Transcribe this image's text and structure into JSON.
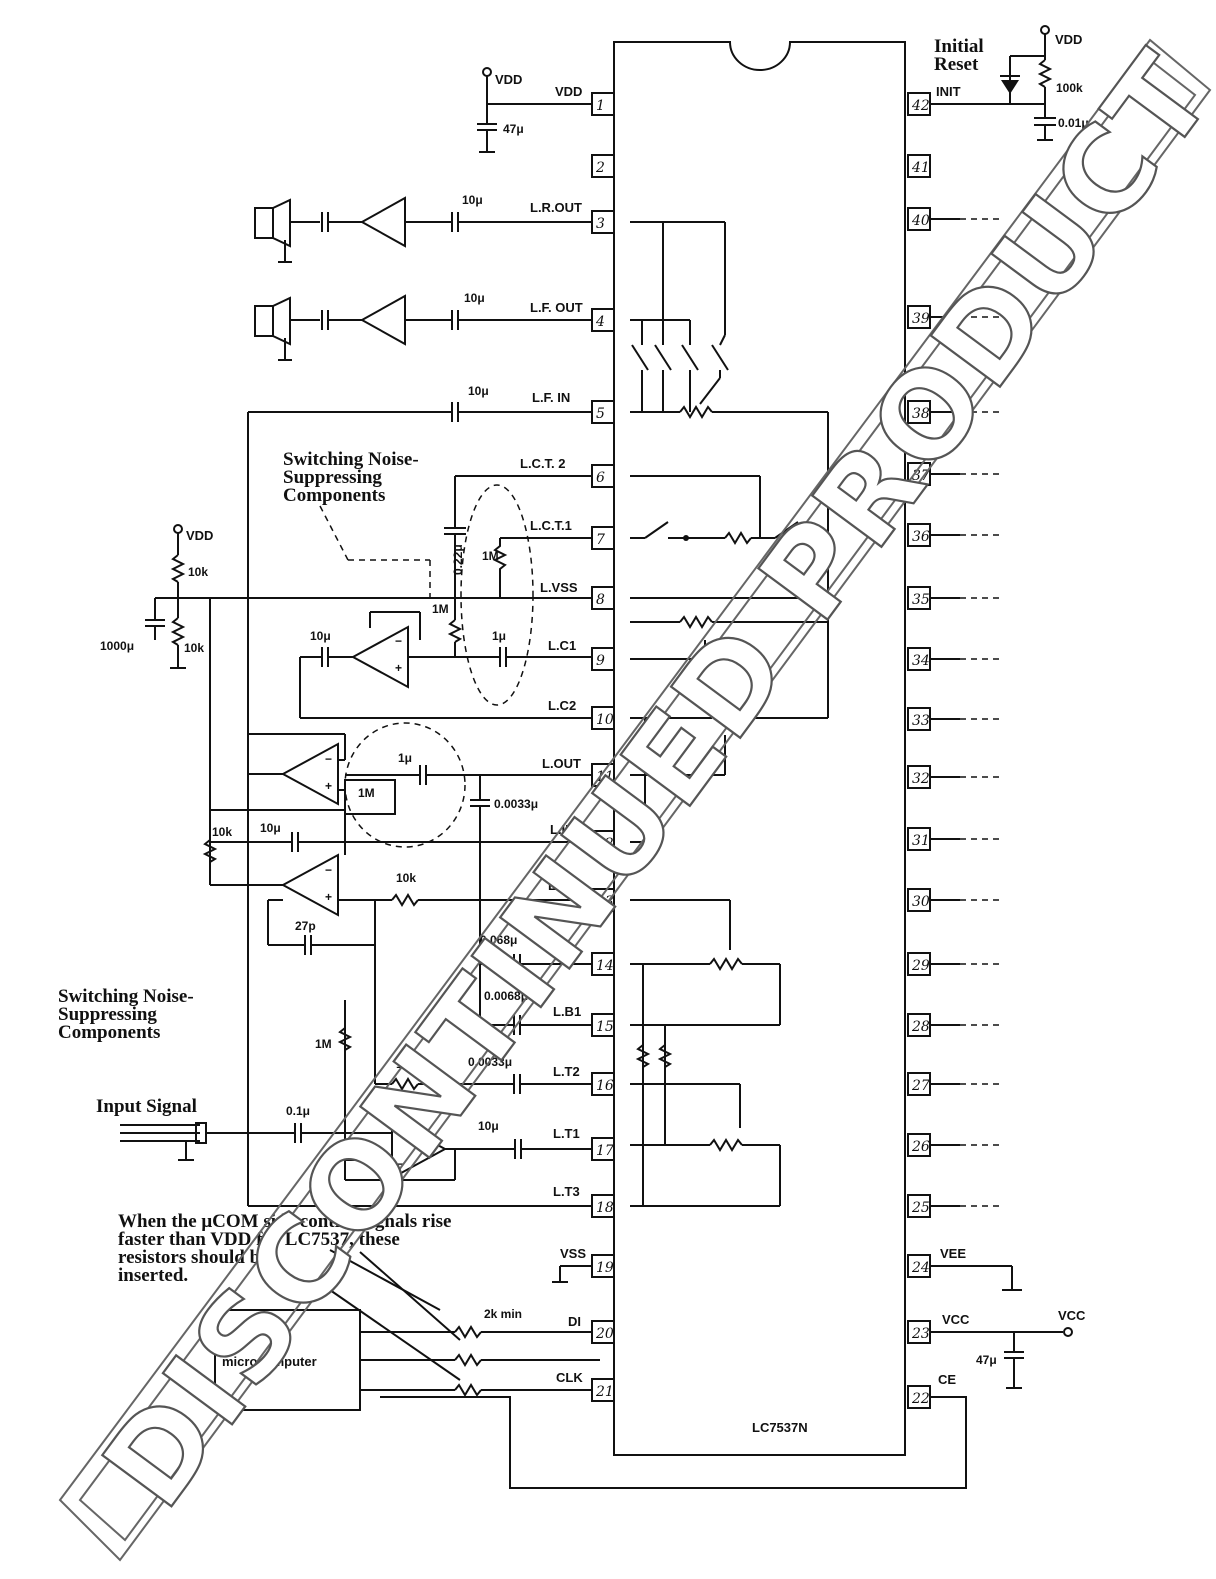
{
  "chip": {
    "part": "LC7537N",
    "left_pins": [
      {
        "num": "1",
        "sig": "VDD"
      },
      {
        "num": "2",
        "sig": ""
      },
      {
        "num": "3",
        "sig": "L.R.OUT"
      },
      {
        "num": "4",
        "sig": "L.F. OUT"
      },
      {
        "num": "5",
        "sig": "L.F. IN"
      },
      {
        "num": "6",
        "sig": "L.C.T. 2"
      },
      {
        "num": "7",
        "sig": "L.C.T.1"
      },
      {
        "num": "8",
        "sig": "L.VSS"
      },
      {
        "num": "9",
        "sig": "L.C1"
      },
      {
        "num": "10",
        "sig": "L.C2"
      },
      {
        "num": "11",
        "sig": "L.OUT"
      },
      {
        "num": "12",
        "sig": "L.IN"
      },
      {
        "num": "13",
        "sig": "L.B2"
      },
      {
        "num": "14",
        "sig": "L.B3"
      },
      {
        "num": "15",
        "sig": "L.B1"
      },
      {
        "num": "16",
        "sig": "L.T2"
      },
      {
        "num": "17",
        "sig": "L.T1"
      },
      {
        "num": "18",
        "sig": "L.T3"
      },
      {
        "num": "19",
        "sig": "VSS"
      },
      {
        "num": "20",
        "sig": "DI"
      },
      {
        "num": "21",
        "sig": "CLK"
      }
    ],
    "right_pins": [
      {
        "num": "42",
        "sig": "INIT"
      },
      {
        "num": "41",
        "sig": ""
      },
      {
        "num": "40",
        "sig": ""
      },
      {
        "num": "39",
        "sig": ""
      },
      {
        "num": "38",
        "sig": ""
      },
      {
        "num": "37",
        "sig": ""
      },
      {
        "num": "36",
        "sig": ""
      },
      {
        "num": "35",
        "sig": ""
      },
      {
        "num": "34",
        "sig": ""
      },
      {
        "num": "33",
        "sig": ""
      },
      {
        "num": "32",
        "sig": ""
      },
      {
        "num": "31",
        "sig": ""
      },
      {
        "num": "30",
        "sig": ""
      },
      {
        "num": "29",
        "sig": ""
      },
      {
        "num": "28",
        "sig": ""
      },
      {
        "num": "27",
        "sig": ""
      },
      {
        "num": "26",
        "sig": ""
      },
      {
        "num": "25",
        "sig": ""
      },
      {
        "num": "24",
        "sig": "VEE"
      },
      {
        "num": "23",
        "sig": "VCC"
      },
      {
        "num": "22",
        "sig": "CE"
      }
    ]
  },
  "labels": {
    "initial_reset_1": "Initial",
    "initial_reset_2": "Reset",
    "vdd": "VDD",
    "vcc": "VCC",
    "noise1_1": "Switching Noise-",
    "noise1_2": "Suppressing",
    "noise1_3": "Components",
    "noise2_1": "Switching Noise-",
    "noise2_2": "Suppressing",
    "noise2_3": "Components",
    "input_signal": "Input Signal",
    "ucom_note_1": "When the μCOM side control signals rise",
    "ucom_note_2": "faster than VDD for LC7537, these",
    "ucom_note_3": "resistors should be",
    "ucom_note_4": "inserted.",
    "microcomputer": "microcomputer",
    "watermark": "DISCONTINUED PRODUCT"
  },
  "components": {
    "c_vdd": "47μ",
    "c_out1": "10μ",
    "c_out2": "10μ",
    "c_lfin": "10μ",
    "r_100k": "100k",
    "c_init": "0.01μ",
    "r_10k_top": "10k",
    "r_10k_bot": "10k",
    "c_1000": "1000μ",
    "c_022": "0.22μ",
    "r_1m_a": "1M",
    "r_1m_b": "1M",
    "c_10u_op": "10μ",
    "c_1u_a": "1μ",
    "c_1u_b": "1μ",
    "r_1m_c": "1M",
    "c_00033a": "0.0033μ",
    "r_10k_in": "10k",
    "c_10u_in": "10μ",
    "r_10k_fb": "10k",
    "c_27p": "27p",
    "c_0068": "0.068μ",
    "c_00068": "0.0068μ",
    "r_1m_d": "1M",
    "r_15k": "1.5k",
    "c_00033b": "0.0033μ",
    "c_01": "0.1μ",
    "c_10u_t1": "10μ",
    "r_2k": "2k min",
    "c_47_vcc": "47μ"
  }
}
